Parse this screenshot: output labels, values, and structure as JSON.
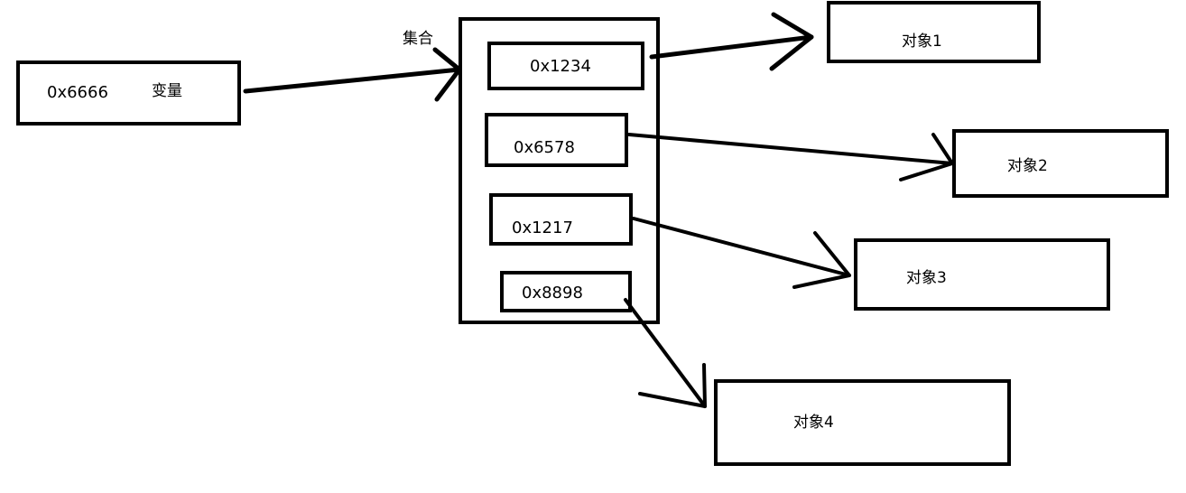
{
  "variable": {
    "address": "0x6666",
    "label": "变量"
  },
  "collection": {
    "label": "集合",
    "entries": [
      "0x1234",
      "0x6578",
      "0x1217",
      "0x8898"
    ]
  },
  "objects": [
    "对象1",
    "对象2",
    "对象3",
    "对象4"
  ],
  "colors": {
    "ink": "#000000",
    "background": "#ffffff"
  }
}
